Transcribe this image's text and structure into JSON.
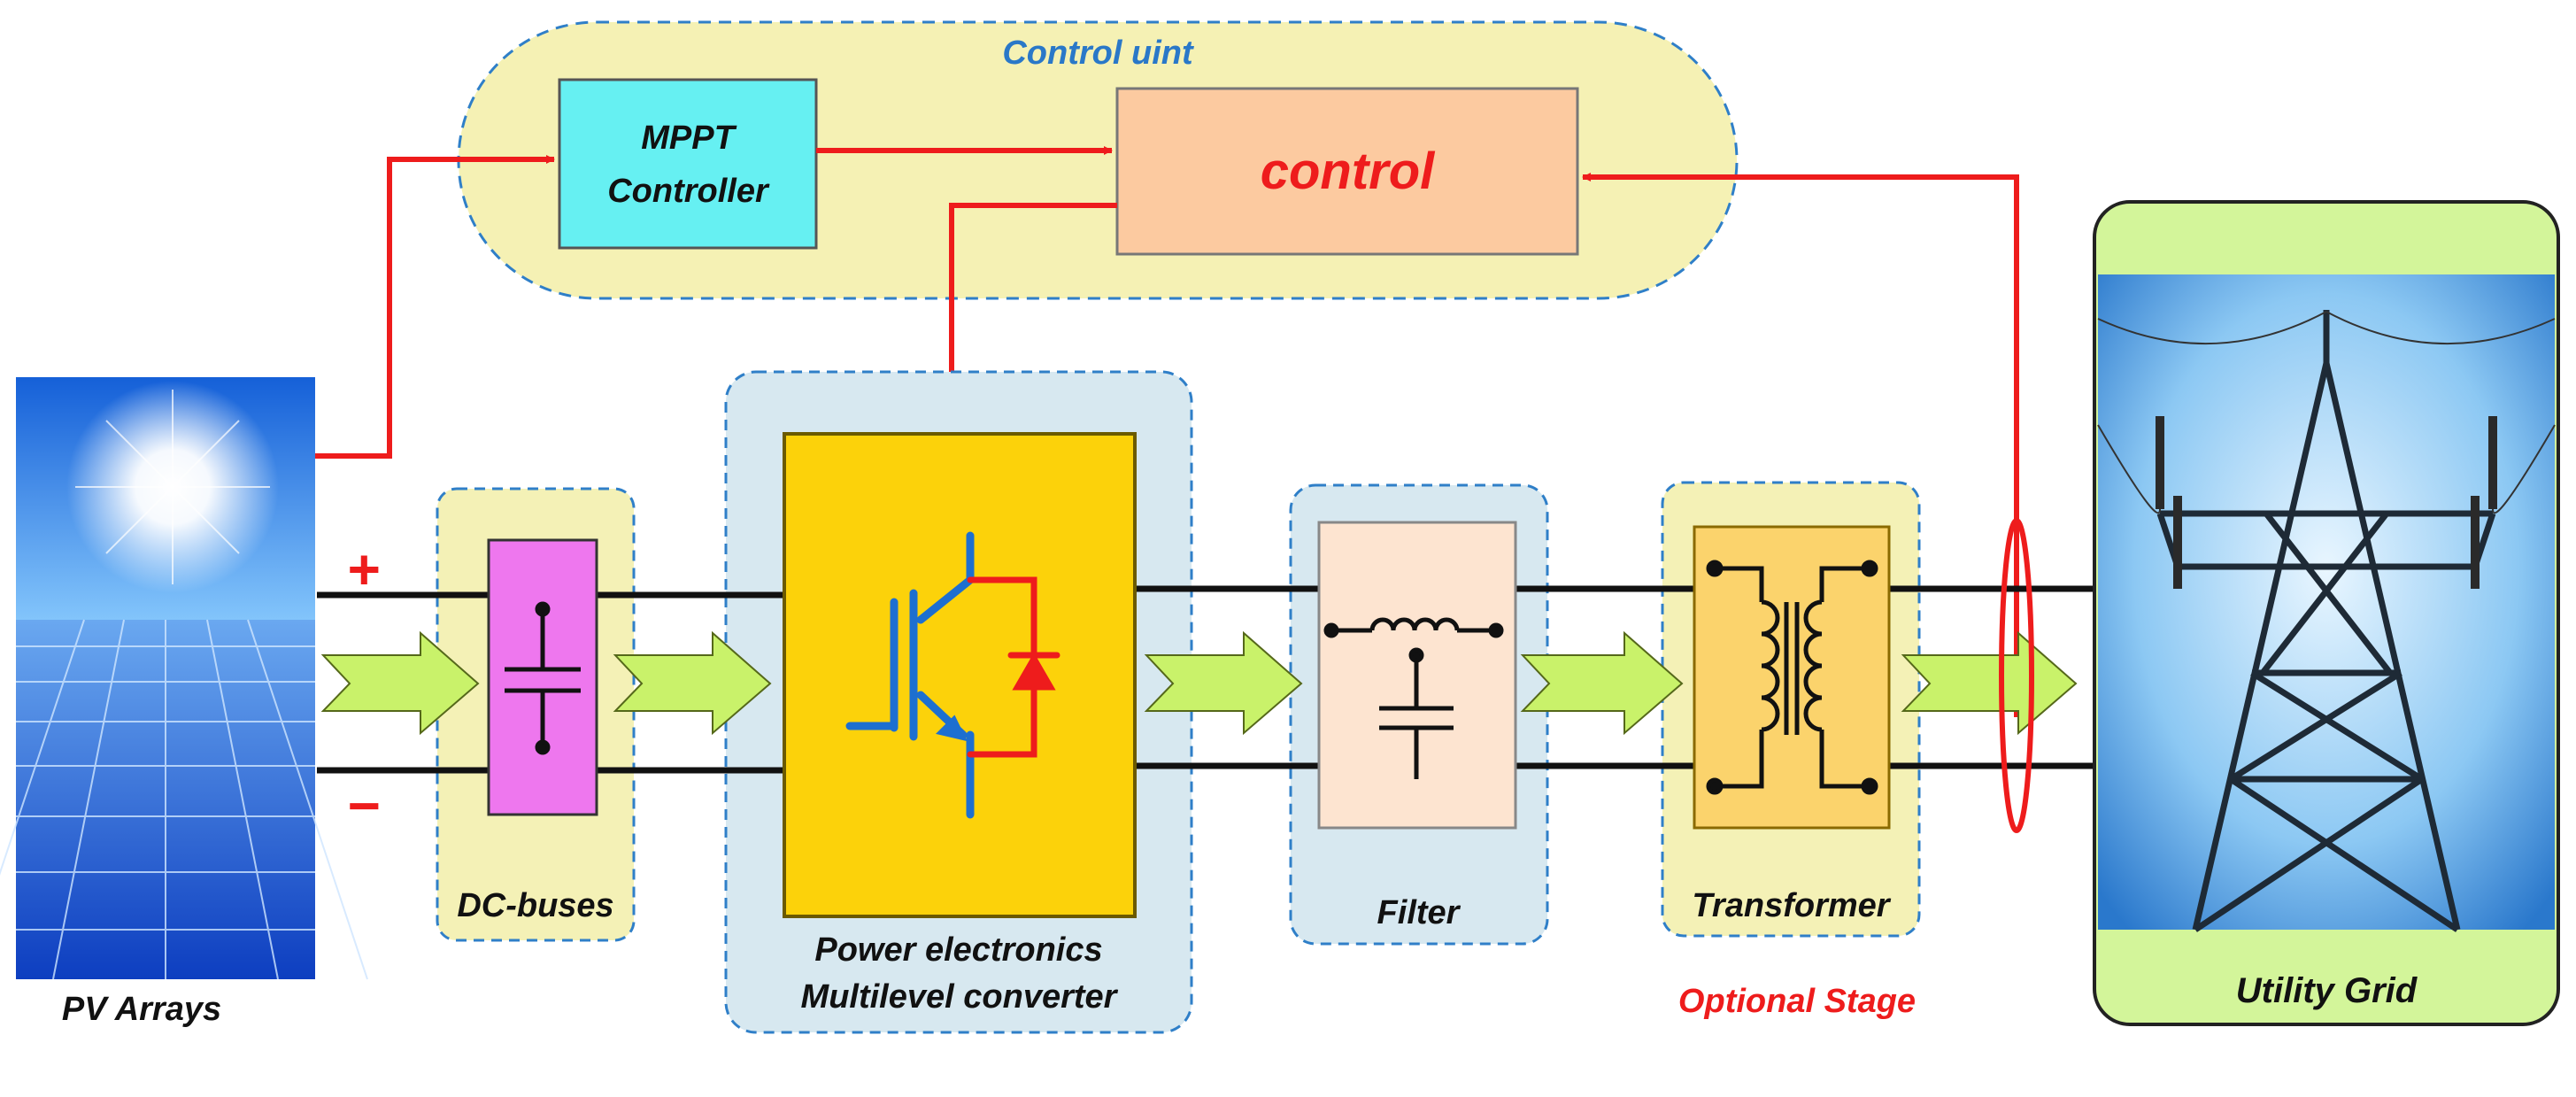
{
  "colors": {
    "control_panel_fill": "#f5f1b4",
    "dashed_border": "#2f7fc8",
    "mppt_fill": "#66f0f2",
    "control_fill": "#fccaa0",
    "signal_red": "#ee1c1c",
    "dc_panel_fill": "#f4f1b6",
    "dc_box_fill": "#ee77ee",
    "converter_panel_fill": "#d7e8f0",
    "converter_fill": "#fcd20a",
    "filter_panel_fill": "#d7e8f0",
    "filter_fill": "#fde4d0",
    "transformer_panel_fill": "#f4f1b6",
    "transformer_fill": "#fbd36c",
    "power_arrow_fill": "#c9f26a",
    "grid_header_fill": "#d3f59a",
    "igbt_blue": "#1d6fd0"
  },
  "labels": {
    "control_unit": "Control uint",
    "mppt_line1": "MPPT",
    "mppt_line2": "Controller",
    "control": "control",
    "plus": "+",
    "minus": "−",
    "pv_arrays": "PV Arrays",
    "dc_buses": "DC-buses",
    "power_electronics_line1": "Power electronics",
    "power_electronics_line2": "Multilevel converter",
    "filter": "Filter",
    "transformer": "Transformer",
    "optional_stage": "Optional Stage",
    "utility_grid": "Utility Grid"
  },
  "icons": {
    "pv": "solar-panel-sun-icon",
    "grid": "transmission-tower-icon",
    "capacitor": "capacitor-icon",
    "igbt": "igbt-diode-icon",
    "filter": "lc-filter-icon",
    "transformer": "transformer-icon"
  }
}
